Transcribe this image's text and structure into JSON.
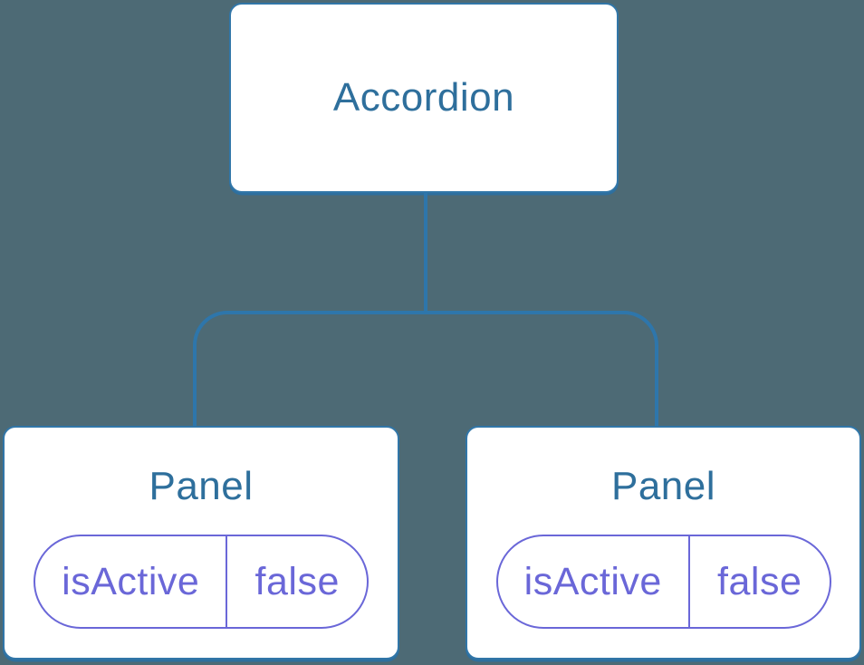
{
  "diagram": {
    "description": "Component tree diagram: Accordion root with two Panel children, each holding isActive state",
    "colors": {
      "background": "#4d6a75",
      "node_fill": "#ffffff",
      "node_border": "#3176a8",
      "connector": "#2e76ab",
      "node_label_text": "#2e6f9c",
      "state_text": "#6a67d8",
      "state_border": "#6a67d8"
    },
    "tree": {
      "root": {
        "label": "Accordion"
      },
      "children": [
        {
          "label": "Panel",
          "state": {
            "key": "isActive",
            "value": "false"
          }
        },
        {
          "label": "Panel",
          "state": {
            "key": "isActive",
            "value": "false"
          }
        }
      ]
    }
  }
}
